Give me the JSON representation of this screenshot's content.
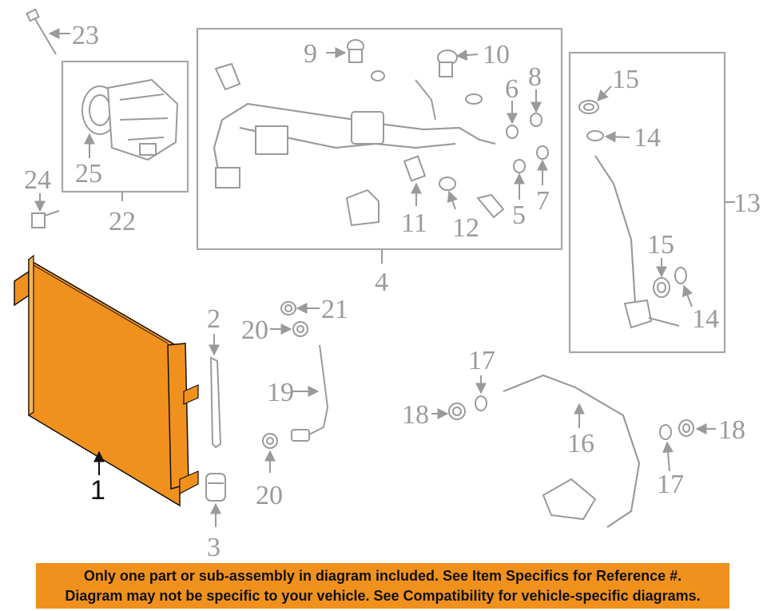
{
  "callouts": {
    "n1": "1",
    "n2": "2",
    "n3": "3",
    "n4": "4",
    "n5": "5",
    "n6": "6",
    "n7": "7",
    "n8": "8",
    "n9": "9",
    "n10": "10",
    "n11": "11",
    "n12": "12",
    "n13": "13",
    "n14a": "14",
    "n14b": "14",
    "n15a": "15",
    "n15b": "15",
    "n16": "16",
    "n17a": "17",
    "n17b": "17",
    "n18a": "18",
    "n18b": "18",
    "n19": "19",
    "n20a": "20",
    "n20b": "20",
    "n21": "21",
    "n22": "22",
    "n23": "23",
    "n24": "24",
    "n25": "25"
  },
  "notice": {
    "line1": "Only one part or sub-assembly in diagram included. See Item Specifics for Reference #.",
    "line2": "Diagram may not be specific to your vehicle. See Compatibility for vehicle-specific diagrams."
  },
  "colors": {
    "highlight": "#f0911e",
    "line": "#9a9a9a",
    "notice_bg": "#f0911e"
  }
}
